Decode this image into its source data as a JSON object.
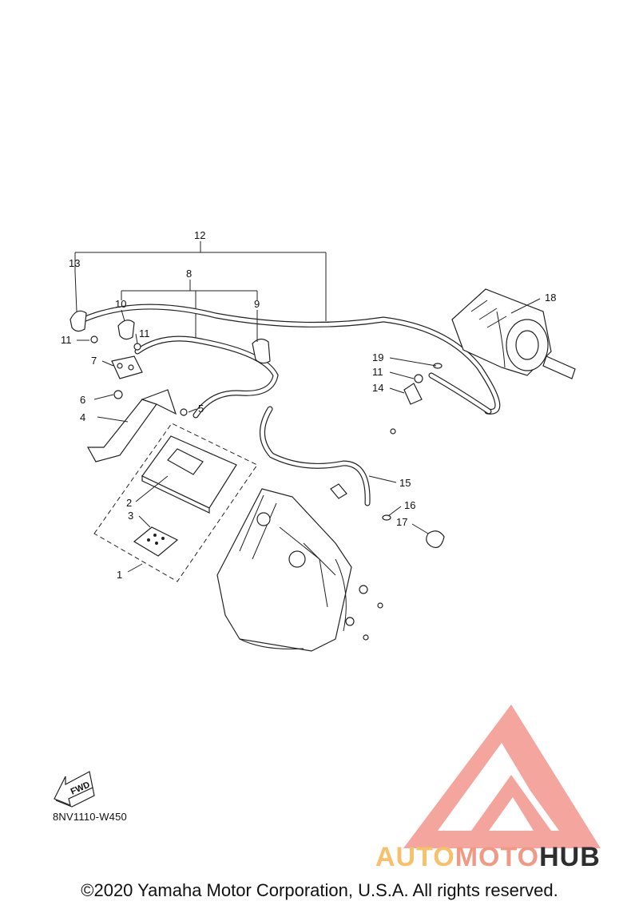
{
  "diagram": {
    "callouts": {
      "c1": "1",
      "c2": "2",
      "c3": "3",
      "c4": "4",
      "c5": "5",
      "c6": "6",
      "c7": "7",
      "c8": "8",
      "c9": "9",
      "c10": "10",
      "c11a": "11",
      "c11b": "11",
      "c11c": "11",
      "c12": "12",
      "c13": "13",
      "c14": "14",
      "c15": "15",
      "c16": "16",
      "c17": "17",
      "c18": "18",
      "c19": "19"
    },
    "fwd_label": "FWD",
    "drawing_code": "8NV1110-W450"
  },
  "watermark": {
    "word_part1": "AUTO",
    "word_part2": "MOTO",
    "word_part3": "HUB",
    "colors": {
      "triangle": "#f08a80",
      "auto": "#f7c06a",
      "moto": "#f09a86",
      "hub": "#2e2e2e"
    }
  },
  "footer": {
    "copyright": "©2020 Yamaha Motor Corporation, U.S.A. All rights reserved."
  }
}
